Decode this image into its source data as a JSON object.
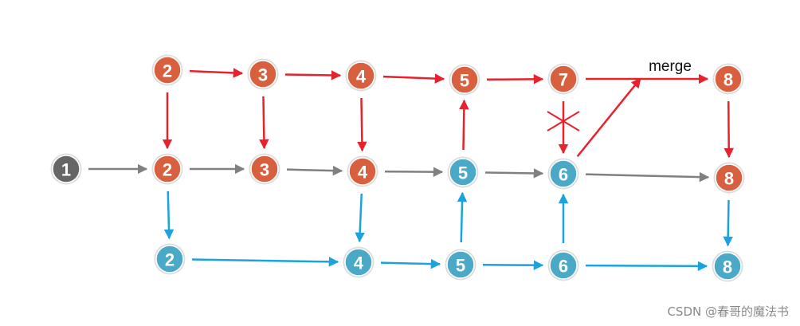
{
  "colors": {
    "red": "#e8222c",
    "gray": "#808080",
    "blue": "#1aa3dc",
    "node_orange": "#d9603f",
    "node_teal": "#4aa9c7",
    "node_dark": "#666666"
  },
  "annotation": {
    "merge_text": "merge"
  },
  "watermark": "CSDN @春哥的魔法书",
  "nodes": [
    {
      "id": "r2",
      "label": "2",
      "fill": "node_orange"
    },
    {
      "id": "r3",
      "label": "3",
      "fill": "node_orange"
    },
    {
      "id": "r4",
      "label": "4",
      "fill": "node_orange"
    },
    {
      "id": "r5",
      "label": "5",
      "fill": "node_orange"
    },
    {
      "id": "r7",
      "label": "7",
      "fill": "node_orange"
    },
    {
      "id": "r8",
      "label": "8",
      "fill": "node_orange"
    },
    {
      "id": "m1",
      "label": "1",
      "fill": "node_dark"
    },
    {
      "id": "m2",
      "label": "2",
      "fill": "node_orange"
    },
    {
      "id": "m3",
      "label": "3",
      "fill": "node_orange"
    },
    {
      "id": "m4",
      "label": "4",
      "fill": "node_orange"
    },
    {
      "id": "m5",
      "label": "5",
      "fill": "node_teal"
    },
    {
      "id": "m6",
      "label": "6",
      "fill": "node_teal"
    },
    {
      "id": "m8",
      "label": "8",
      "fill": "node_orange"
    },
    {
      "id": "b2",
      "label": "2",
      "fill": "node_teal"
    },
    {
      "id": "b4",
      "label": "4",
      "fill": "node_teal"
    },
    {
      "id": "b5",
      "label": "5",
      "fill": "node_teal"
    },
    {
      "id": "b6",
      "label": "6",
      "fill": "node_teal"
    },
    {
      "id": "b8",
      "label": "8",
      "fill": "node_teal"
    }
  ],
  "edges": [
    {
      "from": "r2",
      "to": "r3",
      "color": "red"
    },
    {
      "from": "r3",
      "to": "r4",
      "color": "red"
    },
    {
      "from": "r4",
      "to": "r5",
      "color": "red"
    },
    {
      "from": "r5",
      "to": "r7",
      "color": "red"
    },
    {
      "from": "r7",
      "to": "r8",
      "color": "red"
    },
    {
      "from": "r2",
      "to": "m2",
      "color": "red"
    },
    {
      "from": "r3",
      "to": "m3",
      "color": "red"
    },
    {
      "from": "r4",
      "to": "m4",
      "color": "red"
    },
    {
      "from": "m5",
      "to": "r5",
      "color": "red"
    },
    {
      "from": "r7",
      "to": "m6",
      "color": "red"
    },
    {
      "from": "r8",
      "to": "m8",
      "color": "red"
    },
    {
      "from": "m6",
      "to": "merge_point",
      "color": "red"
    },
    {
      "from": "m1",
      "to": "m2",
      "color": "gray"
    },
    {
      "from": "m2",
      "to": "m3",
      "color": "gray"
    },
    {
      "from": "m3",
      "to": "m4",
      "color": "gray"
    },
    {
      "from": "m4",
      "to": "m5",
      "color": "gray"
    },
    {
      "from": "m5",
      "to": "m6",
      "color": "gray"
    },
    {
      "from": "m6",
      "to": "m8",
      "color": "gray"
    },
    {
      "from": "m2",
      "to": "b2",
      "color": "blue"
    },
    {
      "from": "m4",
      "to": "b4",
      "color": "blue"
    },
    {
      "from": "b5",
      "to": "m5",
      "color": "blue"
    },
    {
      "from": "b6",
      "to": "m6",
      "color": "blue"
    },
    {
      "from": "m8",
      "to": "b8",
      "color": "blue"
    },
    {
      "from": "b2",
      "to": "b4",
      "color": "blue"
    },
    {
      "from": "b4",
      "to": "b5",
      "color": "blue"
    },
    {
      "from": "b5",
      "to": "b6",
      "color": "blue"
    },
    {
      "from": "b6",
      "to": "b8",
      "color": "blue"
    }
  ]
}
